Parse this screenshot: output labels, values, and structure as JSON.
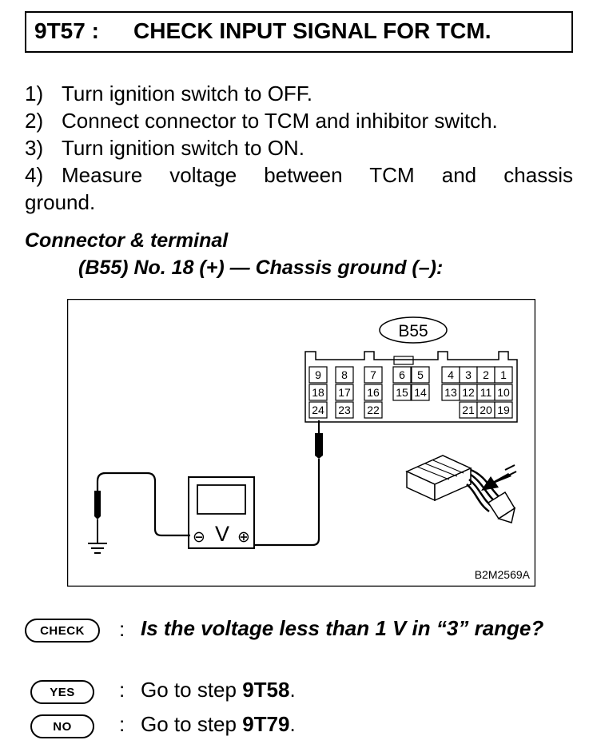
{
  "header": {
    "step_code": "9T57 :",
    "title": "CHECK INPUT SIGNAL FOR TCM."
  },
  "steps": [
    {
      "num": "1)",
      "text": "Turn ignition switch to OFF."
    },
    {
      "num": "2)",
      "text": "Connect connector to TCM and inhibitor switch."
    },
    {
      "num": "3)",
      "text": "Turn ignition switch to ON."
    },
    {
      "num": "4)",
      "text": "Measure voltage between TCM and chassis",
      "cont": "ground."
    }
  ],
  "connector": {
    "heading": "Connector & terminal",
    "spec": "(B55) No. 18 (+) — Chassis ground (–):"
  },
  "figure": {
    "connector_label": "B55",
    "terminals_row1": [
      "9",
      "8",
      "7",
      "6",
      "5",
      "4",
      "3",
      "2",
      "1"
    ],
    "terminals_row2": [
      "18",
      "17",
      "16",
      "15",
      "14",
      "13",
      "12",
      "11",
      "10"
    ],
    "terminals_row3": [
      "24",
      "23",
      "22",
      "21",
      "20",
      "19"
    ],
    "meter_symbol": "V",
    "neg_symbol": "⊖",
    "pos_symbol": "⊕",
    "figure_code": "B2M2569A"
  },
  "check": {
    "badge": "CHECK",
    "colon": ":",
    "question": "Is the voltage less than 1 V in “3” range?"
  },
  "yes": {
    "badge": "YES",
    "colon": ":",
    "prefix": "Go to step ",
    "target": "9T58",
    "suffix": "."
  },
  "no": {
    "badge": "NO",
    "colon": ":",
    "prefix": "Go to step ",
    "target": "9T79",
    "suffix": "."
  }
}
